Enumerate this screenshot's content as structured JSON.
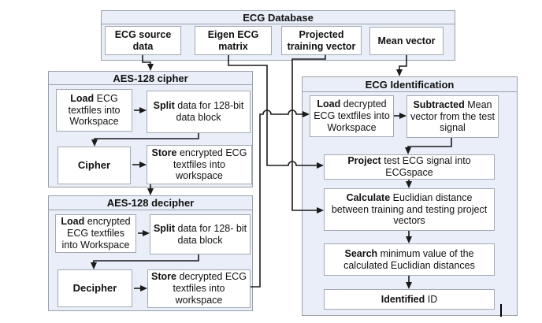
{
  "database": {
    "title": "ECG Database",
    "items": [
      {
        "label": "ECG source data"
      },
      {
        "label": "Eigen ECG matrix"
      },
      {
        "label": "Projected training vector"
      },
      {
        "label": "Mean vector"
      }
    ]
  },
  "cipher": {
    "title": "AES-128 cipher",
    "nodes": [
      {
        "keyword": "Load",
        "rest": " ECG textfiles into Workspace"
      },
      {
        "keyword": "Split",
        "rest": " data for 128-bit data block"
      },
      {
        "keyword": "Cipher",
        "rest": ""
      },
      {
        "keyword": "Store",
        "rest": " encrypted ECG textfiles into workspace"
      }
    ]
  },
  "decipher": {
    "title": "AES-128 decipher",
    "nodes": [
      {
        "keyword": "Load",
        "rest": " encrypted ECG textfiles into Workspace"
      },
      {
        "keyword": "Split",
        "rest": " data for 128- bit data block"
      },
      {
        "keyword": "Decipher",
        "rest": ""
      },
      {
        "keyword": "Store",
        "rest": " decrypted ECG textfiles into workspace"
      }
    ]
  },
  "identification": {
    "title": "ECG Identification",
    "nodes": [
      {
        "keyword": "Load",
        "rest": " decrypted ECG textfiles into Workspace"
      },
      {
        "keyword": "Subtracted",
        "rest": " Mean vector from the test signal"
      },
      {
        "keyword": "Project",
        "rest": " test ECG signal into ECGspace"
      },
      {
        "keyword": "Calculate",
        "rest": " Euclidian distance between training and testing project vectors"
      },
      {
        "keyword": "Search",
        "rest": " minimum value of the calculated Euclidian distances"
      },
      {
        "keyword": "Identified",
        "rest": " ID"
      }
    ]
  },
  "colors": {
    "section_fill": "#e9eef8",
    "section_border": "#9aa1ab",
    "node_fill": "#ffffff",
    "node_border": "#a4aab3",
    "line": "#1a1a1a",
    "text": "#111111"
  }
}
